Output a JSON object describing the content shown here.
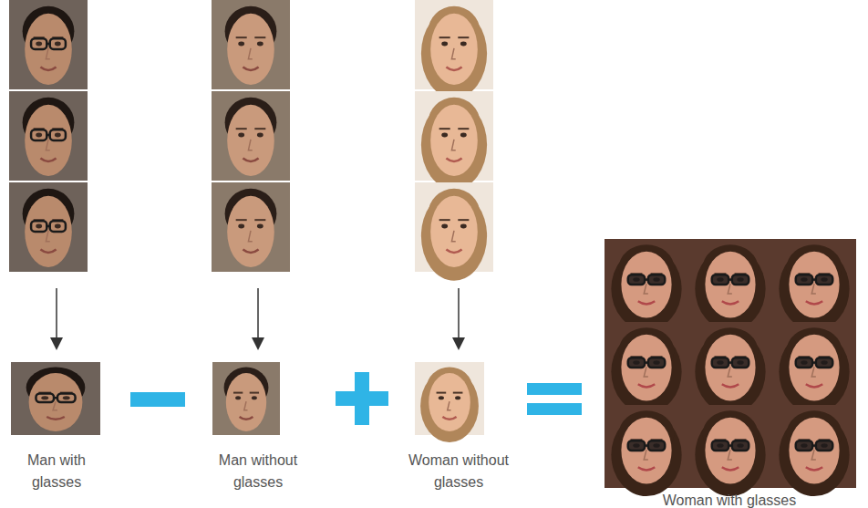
{
  "diagram": {
    "labels": [
      "Man with glasses",
      "Man without glasses",
      "Woman without glasses",
      "Woman with glasses"
    ]
  }
}
